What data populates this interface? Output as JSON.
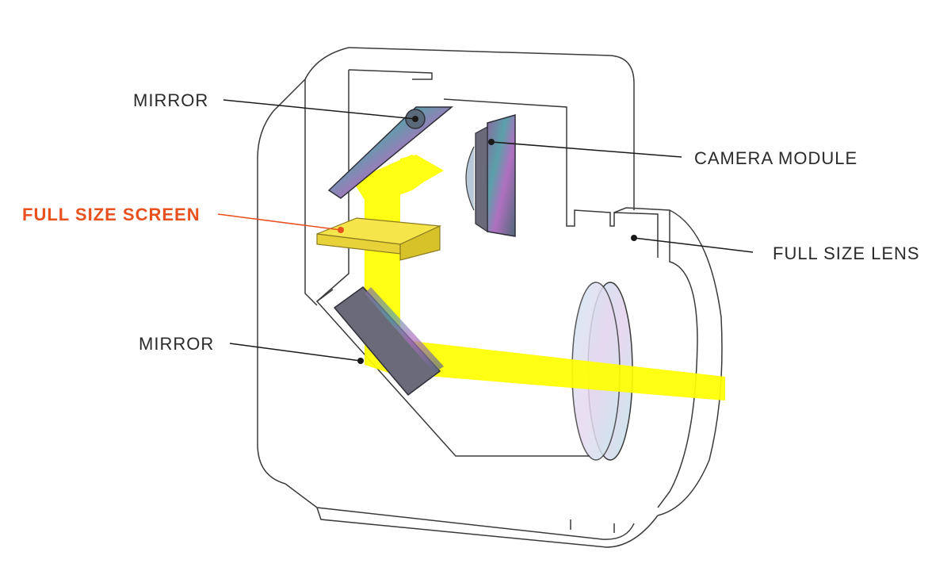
{
  "labels": {
    "mirror_top": "MIRROR",
    "camera_module": "CAMERA MODULE",
    "full_size_screen": "FULL SIZE SCREEN",
    "full_size_lens": "FULL SIZE LENS",
    "mirror_bottom": "MIRROR"
  },
  "colors": {
    "accent": "#e8501e",
    "light_beam": "#ffff00",
    "screen": "#f5e54a",
    "outline": "#3a3a3a",
    "mirror_body": "#6a6a78"
  }
}
